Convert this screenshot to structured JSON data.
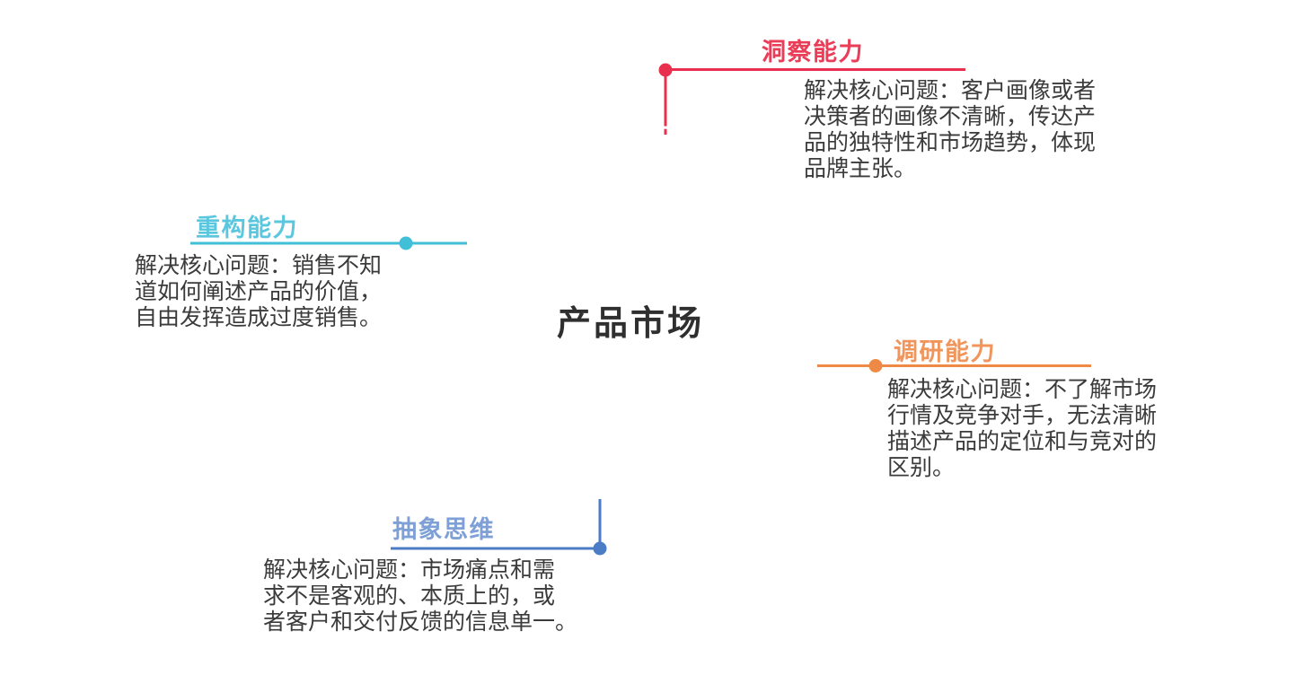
{
  "center": {
    "label": "产品市场",
    "color": "#2f2f2f"
  },
  "nodes": [
    {
      "id": "insight",
      "title": "洞察能力",
      "title_color": "#EA3D58",
      "line_color": "#E8304E",
      "arc_color": "#E95468",
      "lines": [
        "解决核心问题：客户画像或者",
        "决策者的画像不清晰，传达产",
        "品的独特性和市场趋势，体现",
        "品牌主张。"
      ]
    },
    {
      "id": "restructure",
      "title": "重构能力",
      "title_color": "#5BC7DF",
      "line_color": "#41BFD9",
      "arc_color": "#66C8DA",
      "lines": [
        "解决核心问题：销售不知",
        "道如何阐述产品的价值，",
        "自由发挥造成过度销售。"
      ]
    },
    {
      "id": "research",
      "title": "调研能力",
      "title_color": "#F0955B",
      "line_color": "#EE8A45",
      "arc_color": "#F2A56B",
      "lines": [
        "解决核心问题：不了解市场",
        "行情及竞争对手，无法清晰",
        "描述产品的定位和与竞对的",
        "区别。"
      ]
    },
    {
      "id": "abstract",
      "title": "抽象思维",
      "title_color": "#7EA0D6",
      "line_color": "#4C7CC6",
      "arc_color": "#7A9CCF",
      "lines": [
        "解决核心问题：市场痛点和需",
        "求不是客观的、本质上的，或",
        "者客户和交付反馈的信息单一。"
      ]
    }
  ]
}
